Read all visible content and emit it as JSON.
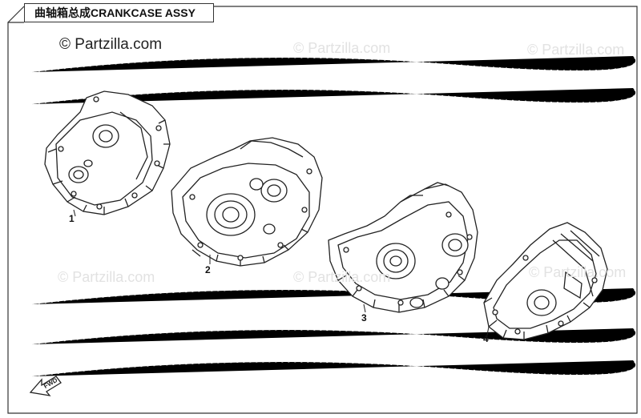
{
  "title": "曲轴箱总成CRANKCASE ASSY",
  "copyright": "© Partzilla.com",
  "watermark": "© Partzilla.com",
  "callouts": [
    "1",
    "2",
    "3",
    "4"
  ],
  "direction_arrow_label": "FWD",
  "colors": {
    "line": "#222222",
    "frame": "#333333",
    "watermark": "#e2e2e2"
  }
}
